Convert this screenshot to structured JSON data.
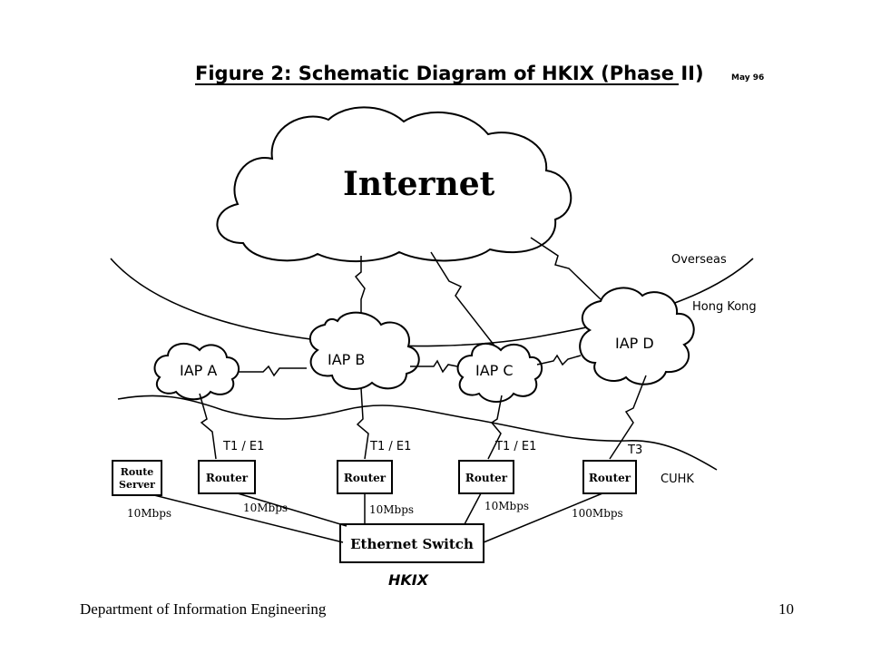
{
  "diagram": {
    "title": "Figure 2: Schematic Diagram of HKIX (Phase II)",
    "date": "May 96",
    "cloud_internet": "Internet",
    "region_overseas": "Overseas",
    "region_hong_kong": "Hong Kong",
    "region_cuhk": "CUHK",
    "iap_a": "IAP A",
    "iap_b": "IAP B",
    "iap_c": "IAP C",
    "iap_d": "IAP D",
    "link_a": "T1 / E1",
    "link_b": "T1 / E1",
    "link_c": "T1 / E1",
    "link_d": "T3",
    "route_server_line1": "Route",
    "route_server_line2": "Server",
    "router_a": "Router",
    "router_b": "Router",
    "router_c": "Router",
    "router_d": "Router",
    "speed_route_server": "10Mbps",
    "speed_a": "10Mbps",
    "speed_b": "10Mbps",
    "speed_c": "10Mbps",
    "speed_d": "100Mbps",
    "switch": "Ethernet Switch",
    "hkix": "HKIX"
  },
  "footer": {
    "department": "Department of Information Engineering",
    "page_number": "10"
  }
}
